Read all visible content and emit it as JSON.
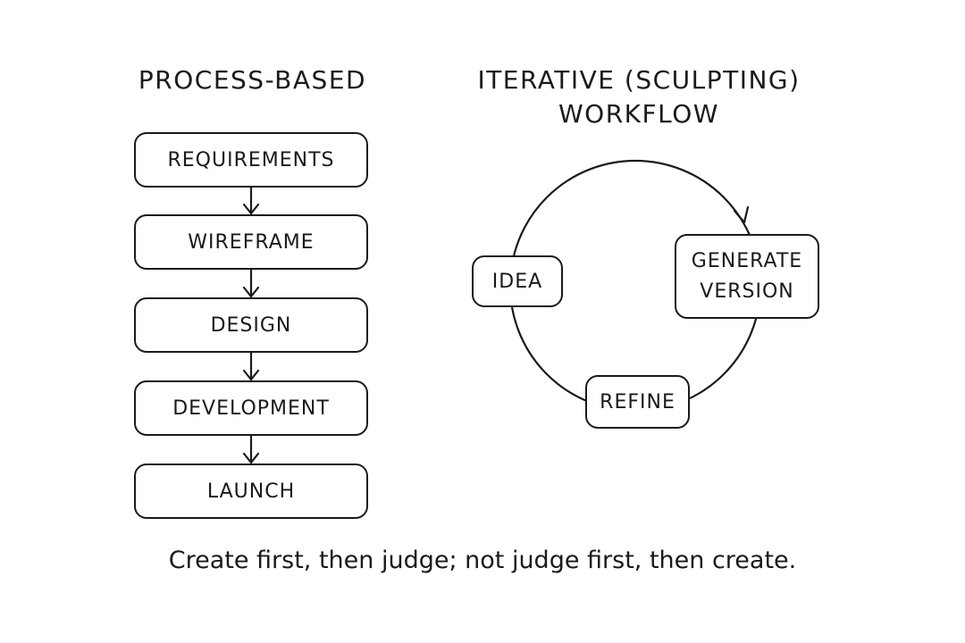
{
  "left_column": {
    "title": "PROCESS-BASED",
    "steps": [
      "REQUIREMENTS",
      "WIREFRAME",
      "DESIGN",
      "DEVELOPMENT",
      "LAUNCH"
    ]
  },
  "right_column": {
    "title_line1": "ITERATIVE (SCULPTING)",
    "title_line2": "WORKFLOW",
    "nodes": {
      "idea": "IDEA",
      "generate_line1": "GENERATE",
      "generate_line2": "VERSION",
      "refine": "REFINE"
    }
  },
  "caption": "Create first, then judge; not judge first, then create.",
  "colors": {
    "ink": "#1a1a1a",
    "background": "#ffffff"
  }
}
